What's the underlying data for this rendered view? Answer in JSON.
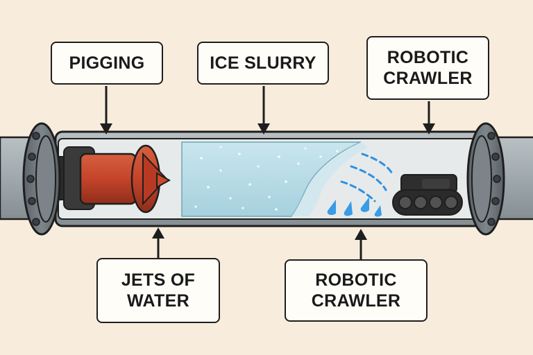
{
  "diagram": {
    "labels": {
      "pigging": "PIGGING",
      "ice_slurry": "ICE SLURRY",
      "robotic_crawler_top": "ROBOTIC\nCRAWLER",
      "jets_of_water": "JETS OF\nWATER",
      "robotic_crawler_bottom": "ROBOTIC\nCRAWLER"
    },
    "colors": {
      "background": "#f8ecdc",
      "pipe": "#9ea7aa",
      "pipe_interior": "#e9ecec",
      "flange": "#6c747a",
      "pig_body": "#c4442a",
      "slurry": "#b9dce6",
      "water_jets": "#2f8fe0",
      "crawler": "#2b2b2b",
      "outline": "#1e1e1e"
    }
  }
}
